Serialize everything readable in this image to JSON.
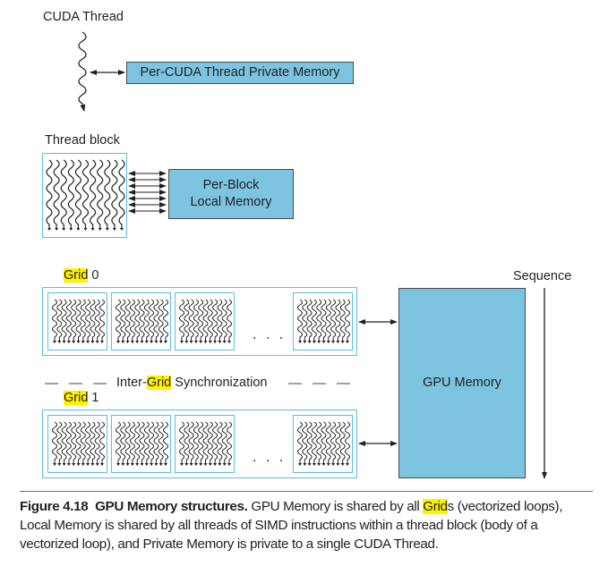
{
  "figure": {
    "cuda_thread": {
      "label": "CUDA Thread",
      "private_memory_label": "Per-CUDA Thread Private Memory"
    },
    "thread_block": {
      "label": "Thread block",
      "local_memory_line1": "Per-Block",
      "local_memory_line2": "Local Memory"
    },
    "grid0": {
      "label_highlight": "Grid",
      "label_suffix": " 0",
      "ellipsis": ". . ."
    },
    "sync": {
      "prefix": "Inter-",
      "highlight": "Grid",
      "suffix": " Synchronization"
    },
    "grid1": {
      "label_highlight": "Grid",
      "label_suffix": " 1",
      "ellipsis": ". . ."
    },
    "gpu_memory_label": "GPU Memory",
    "sequence_label": "Sequence"
  },
  "caption": {
    "figure_number": "Figure 4.18",
    "title": "GPU Memory structures.",
    "text_before_highlight": " GPU Memory is shared by all ",
    "highlight": "Grid",
    "text_after_highlight": "s (vectorized loops), Local Memory is shared by all threads of SIMD instructions within a thread block (body of a vectorized loop), and Private Memory is private to a single CUDA Thread."
  },
  "colors": {
    "memory_fill": "#7cc4e0",
    "block_border": "#5bbde4",
    "highlight": "#fff200"
  }
}
